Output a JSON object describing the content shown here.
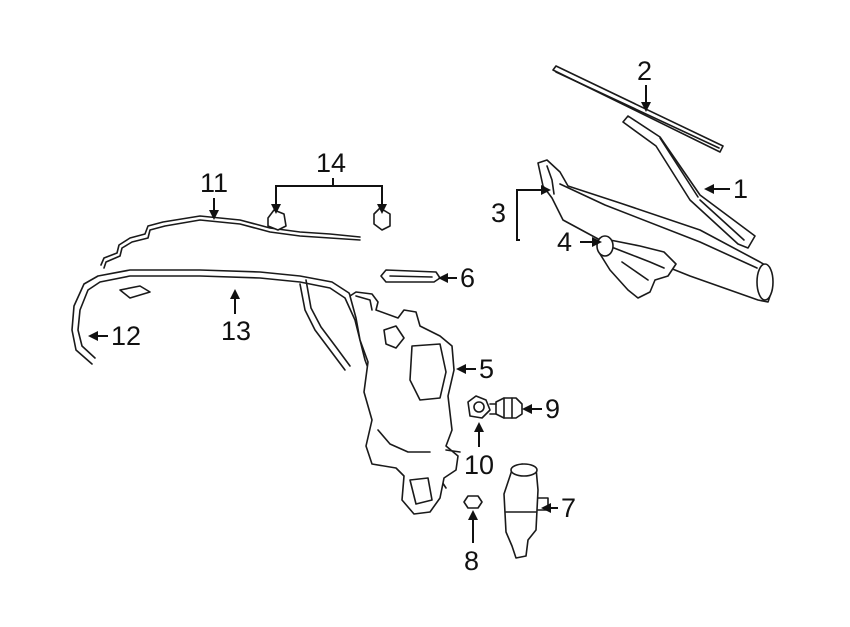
{
  "diagram": {
    "callouts": [
      {
        "id": "1",
        "text": "1"
      },
      {
        "id": "2",
        "text": "2"
      },
      {
        "id": "3",
        "text": "3"
      },
      {
        "id": "4",
        "text": "4"
      },
      {
        "id": "5",
        "text": "5"
      },
      {
        "id": "6",
        "text": "6"
      },
      {
        "id": "7",
        "text": "7"
      },
      {
        "id": "8",
        "text": "8"
      },
      {
        "id": "9",
        "text": "9"
      },
      {
        "id": "10",
        "text": "10"
      },
      {
        "id": "11",
        "text": "11"
      },
      {
        "id": "12",
        "text": "12"
      },
      {
        "id": "13",
        "text": "13"
      },
      {
        "id": "14",
        "text": "14"
      }
    ],
    "line_color": "#1a1a1a",
    "background": "#ffffff"
  }
}
